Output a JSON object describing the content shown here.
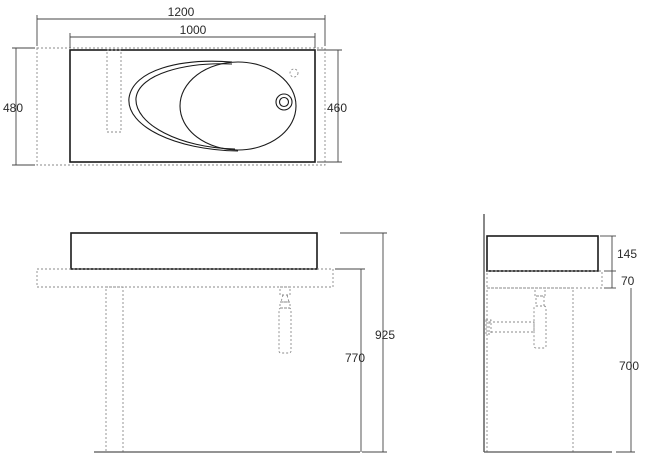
{
  "dimensions": {
    "overall_width": "1200",
    "basin_width": "1000",
    "overall_depth": "480",
    "basin_depth": "460",
    "total_height": "925",
    "top_height": "770",
    "basin_height": "145",
    "counter_thickness": "70",
    "side_height": "700"
  },
  "colors": {
    "outline": "#1a1a1a",
    "dimension_line": "#444444",
    "hidden_line": "#8a8a8a",
    "background": "#ffffff"
  }
}
